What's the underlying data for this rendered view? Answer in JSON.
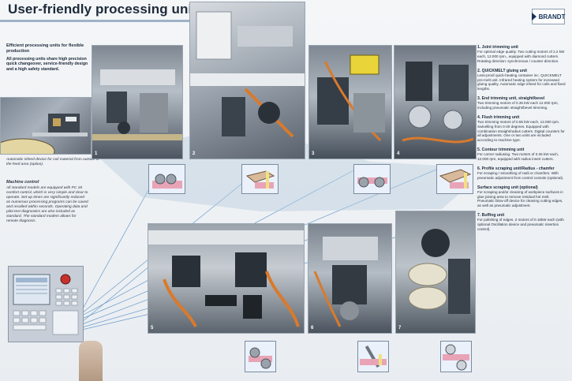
{
  "header": {
    "title": "User-friendly processing units",
    "brand": "BRANDT"
  },
  "intro": {
    "heading": "Efficient processing units for flexible production",
    "body": "All processing units share high precision quick changeover, service-friendly design and a high safety standard."
  },
  "infeed_caption": "Automatic infeed device for coil material from outside of the feed area (option).",
  "machine_control": {
    "heading": "Machine control",
    "body": "All standard models are equipped with PC 18 comfort control, which is very simple and clear to operate. Set-up times are significantly reduced as numerous processing programs can be saved and recalled within seconds. Operating data and pilot test diagnostics are also included as standard. The standard modem allows for remote diagnosis."
  },
  "photos": [
    {
      "number": "1"
    },
    {
      "number": "2"
    },
    {
      "number": "3"
    },
    {
      "number": "4"
    },
    {
      "number": "5"
    },
    {
      "number": "6"
    },
    {
      "number": "7"
    }
  ],
  "units": [
    {
      "title": "1. Joint trimming unit",
      "text": "For optimal edge quality. Two cutting motors of 2.2 kW each, 12.000 rpm., equipped with diamond cutters. Rotating direction: synchronous / counter direction."
    },
    {
      "title": "2. QUICKMELT gluing unit",
      "text": "Less-proof quick-heating container inc. QUICKMELT pre-melt unit. Infrared heating system for increased gluing quality. Automatic edge infeed for coils and fixed lengths."
    },
    {
      "title": "3. End trimming unit, straight/bevel",
      "text": "Two trimming motors of 0.35 kW each 12.000 rpm, including pneumatic straight/bevel trimming."
    },
    {
      "title": "4. Flush trimming unit",
      "text": "Two trimming motors of 0.55 kW each, 12.000 rpm. Swivelling from 0-20 degrees. Equipped with combination straight/radius cutters. Digital counters for all adjustments. One or two units are included according to machine type."
    },
    {
      "title": "5. Contour trimming unit",
      "text": "For corner radiusing. Two motors of 0.35 kW each, 12.000 rpm, equipped with radius insert cutters."
    },
    {
      "title": "6. Profile scraping unit/Radius - chamfer",
      "text": "For scraping / smoothing of radii or chamfers. With pneumatic adjustment from control console (optional)."
    },
    {
      "title": "Surface scraping unit (optional)",
      "text": "For scraping and/or cleaning of workpiece surfaces in glue joining area to remove residual hot melt. Pneumatic blow-off device for cleaning cutting edges, as well as pneumatic adjustment."
    },
    {
      "title": "7. Buffing unit",
      "text": "For polishing of edges. 2 motors of 0.18kW each (with optional Oscillation device and pneumatic insertion control)."
    }
  ],
  "colors": {
    "title": "#1d2a3a",
    "ray": "#3f7fbf",
    "detail_bg": "#eaf1fb",
    "edge_pink": "#e8a4b6",
    "edge_yellow": "#f0e080",
    "metal": "#8a9199"
  }
}
